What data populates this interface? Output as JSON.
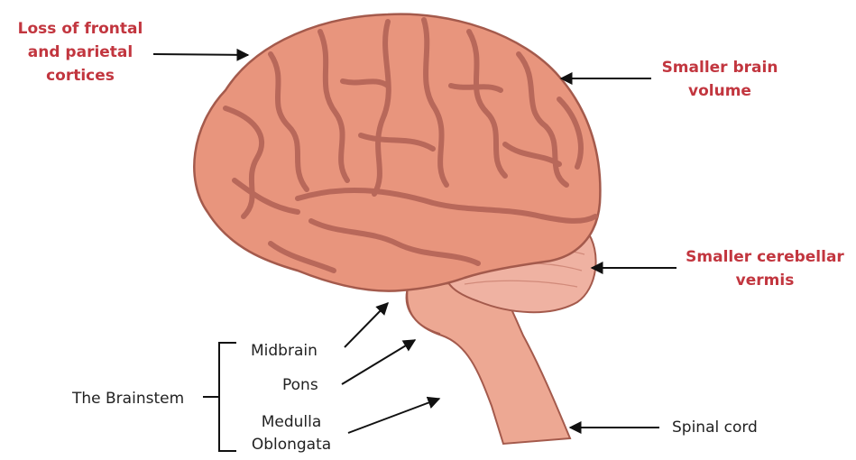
{
  "labels": {
    "frontal_parietal": [
      "Loss of frontal",
      "and parietal",
      "cortices"
    ],
    "brain_volume": [
      "Smaller brain",
      "volume"
    ],
    "cerebellar_vermis": [
      "Smaller cerebellar",
      "vermis"
    ],
    "brainstem": "The Brainstem",
    "midbrain": "Midbrain",
    "pons": "Pons",
    "medulla": [
      "Medulla",
      "Oblongata"
    ],
    "spinal_cord": "Spinal cord"
  },
  "colors": {
    "annotation_red": "#c2363f",
    "brain_fill": "#e8957d",
    "brain_sulci": "#b8685a",
    "cerebellum": "#efb2a2",
    "brainstem": "#eda893",
    "outline": "#a45a4c",
    "arrow": "#111111"
  }
}
